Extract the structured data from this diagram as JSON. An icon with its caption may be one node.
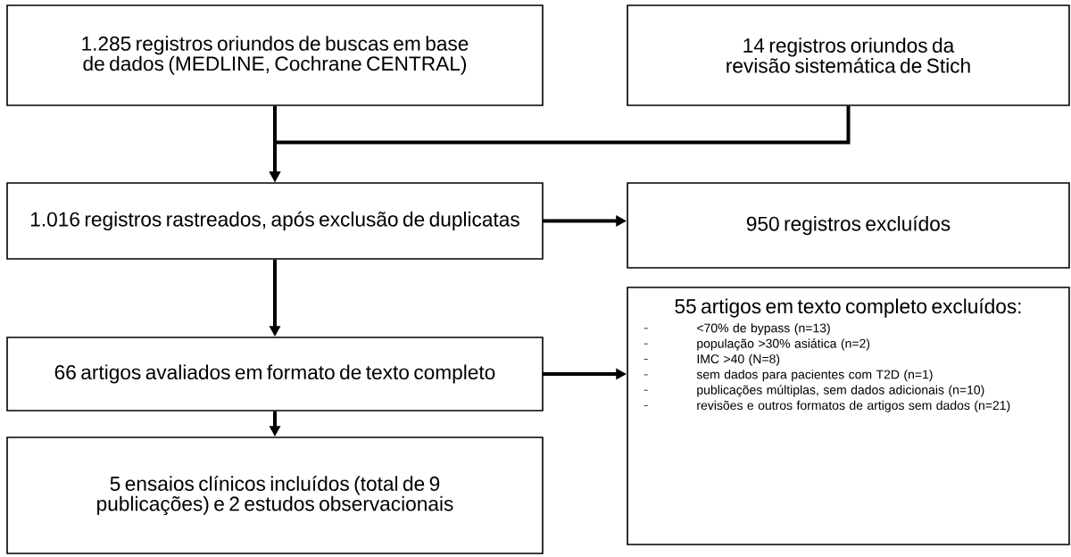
{
  "diagram": {
    "nodes": [
      {
        "text": [
          "1.285 registros oriundos de buscas em base de dados (MEDLINE, Cochrane CENTRAL)"
        ]
      },
      {
        "text": [
          "14 registros oriundos da revisão sistemática de Stich"
        ]
      },
      {
        "text": [
          "1.016 registros rastreados, após exclusão de duplicatas"
        ]
      },
      {
        "text": [
          "950 registros excluídos"
        ]
      },
      {
        "text": [
          "66 artigos avaliados em formato de texto completo"
        ]
      },
      {
        "text": [
          "55 artigos em texto completo excluídos:",
          "<70% de bypass (n=13)",
          "população >30% asiática (n=2)",
          "IMC >40 (N=8)",
          "sem dados para pacientes com T2D (n=1)",
          "publicações múltiplas, sem dados adicionais (n=10)",
          "revisões e outros formatos de artigos sem dados (n=21)"
        ]
      },
      {
        "text": [
          "5 ensaios clínicos incluídos (total de 9 publicações) e 2 estudos observacionais"
        ]
      }
    ],
    "edges": [
      {
        "from": 0,
        "to": 2,
        "arrow": "to"
      },
      {
        "from": 1,
        "to": 2,
        "arrow": "to"
      },
      {
        "from": 2,
        "to": 3,
        "arrow": "to"
      },
      {
        "from": 2,
        "to": 4,
        "arrow": "to"
      },
      {
        "from": 4,
        "to": 5,
        "arrow": "to"
      },
      {
        "from": 4,
        "to": 6,
        "arrow": "to"
      }
    ]
  }
}
